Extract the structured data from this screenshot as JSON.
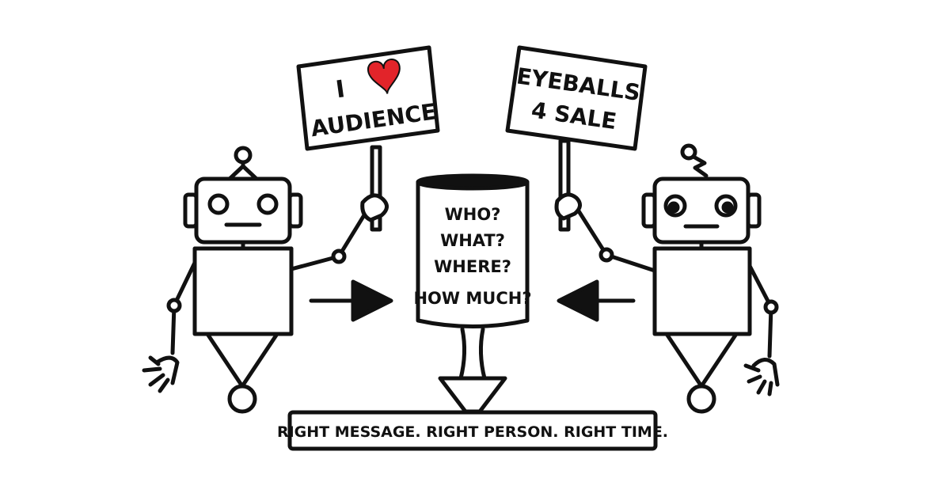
{
  "left_sign": {
    "line1_prefix": "I",
    "line2": "AUDIENCE"
  },
  "right_sign": {
    "line1": "EYEBALLS",
    "line2": "4 SALE"
  },
  "center_can": {
    "lines": [
      "WHO?",
      "WHAT?",
      "WHERE?",
      "HOW MUCH?"
    ]
  },
  "footer": {
    "text": "RIGHT MESSAGE. RIGHT PERSON. RIGHT TIME."
  },
  "colors": {
    "ink": "#111111",
    "heart": "#e2242a",
    "background": "#ffffff"
  },
  "icons": {
    "heart": "heart-icon",
    "left_arrow": "arrow-right-icon",
    "right_arrow": "arrow-left-icon"
  }
}
